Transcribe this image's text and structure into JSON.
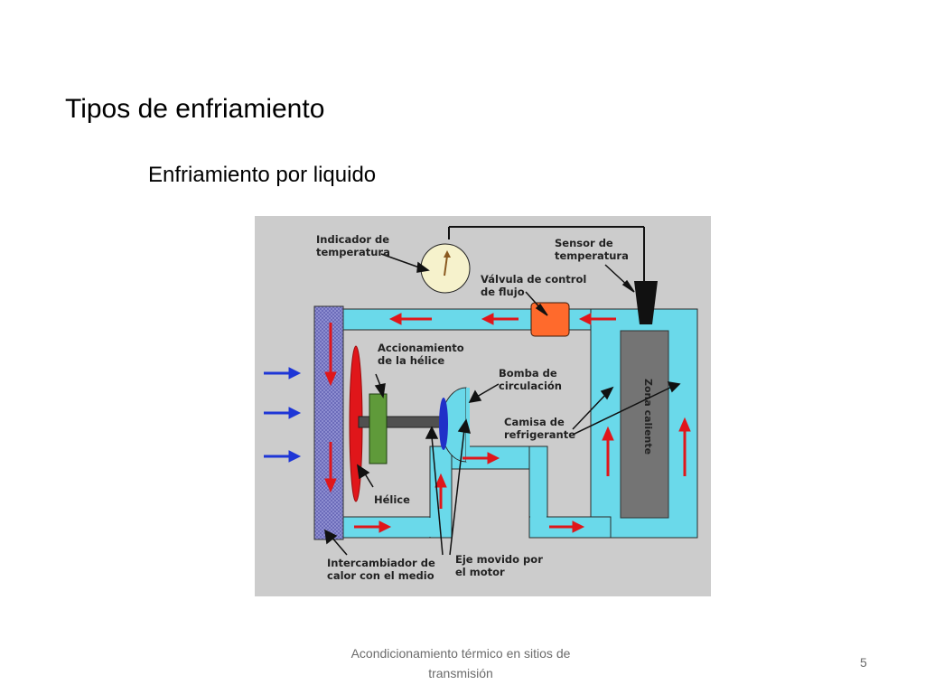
{
  "slide": {
    "title": "Tipos de enfriamiento",
    "subtitle": "Enfriamiento por liquido",
    "footer_line1": "Acondicionamiento térmico en sitios de",
    "footer_line2": "transmisión",
    "page_number": "5"
  },
  "diagram": {
    "labels": {
      "indicador_1": "Indicador de",
      "indicador_2": "temperatura",
      "sensor_1": "Sensor de",
      "sensor_2": "temperatura",
      "valvula_1": "Válvula de control",
      "valvula_2": "de flujo",
      "accionamiento_1": "Accionamiento",
      "accionamiento_2": "de la hélice",
      "bomba_1": "Bomba de",
      "bomba_2": "circulación",
      "camisa_1": "Camisa de",
      "camisa_2": "refrigerante",
      "zona": "Zona caliente",
      "helice": "Hélice",
      "eje_1": "Eje movido por",
      "eje_2": "el motor",
      "intercambiador_1": "Intercambiador de",
      "intercambiador_2": "calor con el medio"
    },
    "colors": {
      "background": "#cccccc",
      "coolant": "#6ad9ea",
      "flow_arrow": "#e0161a",
      "air_arrow": "#1e36d6",
      "fan": "#e0161a",
      "heat_exchanger": "#6c6cba",
      "hot_zone": "#747474",
      "valve": "#ff6a2c",
      "drive": "#5f9a3a",
      "pump_impeller": "#2030c8"
    }
  }
}
